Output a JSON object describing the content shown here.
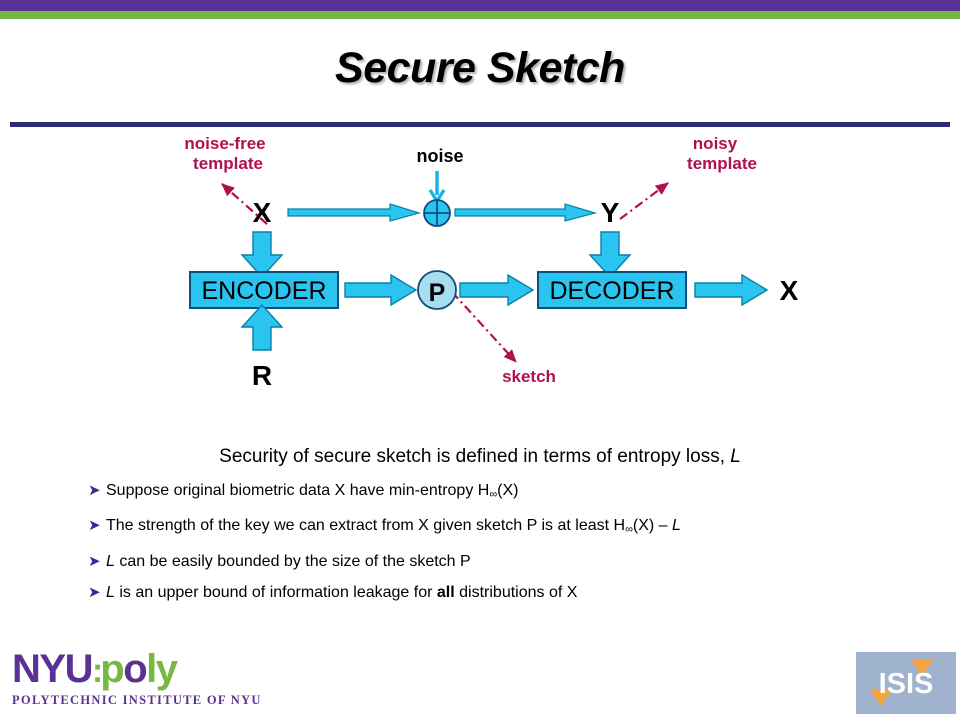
{
  "slide": {
    "title": "Secure Sketch",
    "theme": {
      "bar_purple": "#5A3293",
      "bar_green": "#76B843",
      "rule_navy": "#2F2C77",
      "diagram_cyan": "#29C5F0",
      "diagram_cyan_light": "#A8DDEE",
      "diagram_outline": "#0B7FA8",
      "annotation_crimson": "#B01050",
      "bullet_navy": "#2E3192"
    }
  },
  "diagram": {
    "name": "secure-sketch-block-diagram",
    "annotations": {
      "noise_free_template_line1": "noise-free",
      "noise_free_template_line2": "template",
      "noisy_template_line1": "noisy",
      "noisy_template_line2": "template",
      "sketch": "sketch",
      "noise": "noise"
    },
    "nodes": {
      "x_input": "X",
      "y_node": "Y",
      "x_output": "X",
      "r_input": "R",
      "xor": "+",
      "p_node": "P",
      "encoder": "ENCODER",
      "decoder": "DECODER"
    }
  },
  "body": {
    "lead_prefix": "Security of secure sketch is defined in terms of entropy loss, ",
    "lead_italic": "L",
    "bullet_marker": "➤",
    "bullets": [
      {
        "id": "bullet-min-entropy",
        "segments": [
          {
            "text": "Suppose original biometric data X have min-entropy H",
            "style": "normal"
          },
          {
            "text": "∞",
            "style": "sub"
          },
          {
            "text": "(X)",
            "style": "normal"
          }
        ]
      },
      {
        "id": "bullet-key-strength",
        "segments": [
          {
            "text": "The strength of the key we can extract from X given sketch P is at least H",
            "style": "normal"
          },
          {
            "text": "∞",
            "style": "sub"
          },
          {
            "text": "(X) – ",
            "style": "normal"
          },
          {
            "text": "L",
            "style": "italic"
          }
        ]
      },
      {
        "id": "bullet-bounded-by-size",
        "segments": [
          {
            "text": "L",
            "style": "italic"
          },
          {
            "text": " can be easily bounded by the size of the sketch P",
            "style": "normal"
          }
        ]
      },
      {
        "id": "bullet-upper-bound",
        "segments": [
          {
            "text": "L",
            "style": "italic"
          },
          {
            "text": " is an upper bound of information leakage for ",
            "style": "normal"
          },
          {
            "text": "all",
            "style": "bold"
          },
          {
            "text": " distributions of X",
            "style": "normal"
          }
        ]
      }
    ]
  },
  "logos": {
    "nyu": {
      "nyu_text": "NYU",
      "colon_text": ":",
      "poly_p": "p",
      "poly_o": "o",
      "poly_ly": "ly",
      "tagline": "POLYTECHNIC INSTITUTE OF NYU"
    },
    "isis": {
      "text": "ISIS"
    }
  }
}
